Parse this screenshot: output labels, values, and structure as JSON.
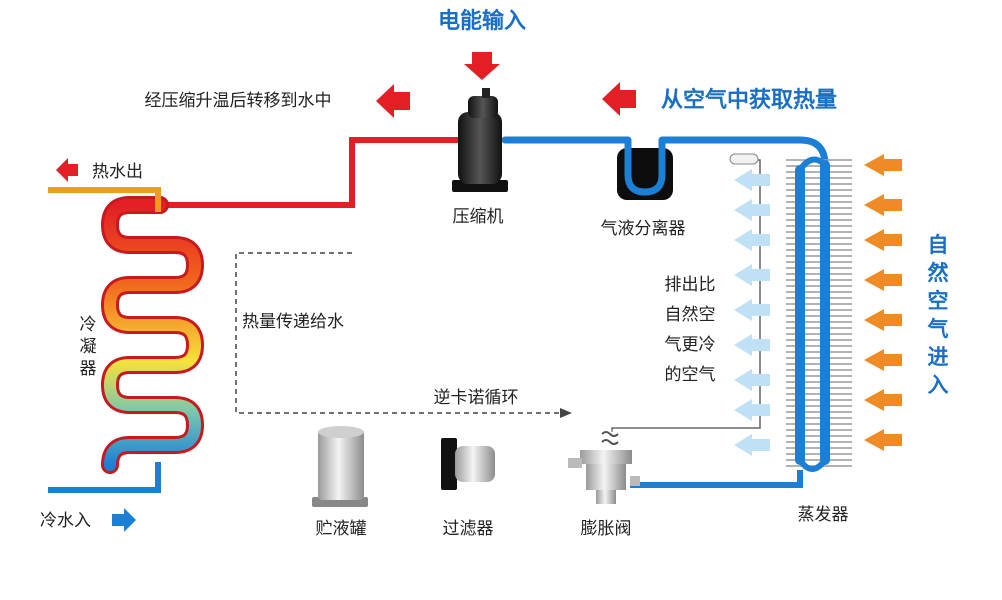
{
  "labels": {
    "power_input": "电能输入",
    "transfer_to_water": "经压缩升温后转移到水中",
    "absorb_from_air": "从空气中获取热量",
    "hot_water_out": "热水出",
    "cold_water_in": "冷水入",
    "compressor": "压缩机",
    "separator": "气液分离器",
    "condenser": [
      "冷",
      "凝",
      "器"
    ],
    "heat_to_water": "热量传递给水",
    "reverse_carnot": "逆卡诺循环",
    "exhaust_air": [
      "排出比",
      "自然空",
      "气更冷",
      "的空气"
    ],
    "natural_air_in": [
      "自",
      "然",
      "空",
      "气",
      "进",
      "入"
    ],
    "evaporator": "蒸发器",
    "receiver": "贮液罐",
    "filter": "过滤器",
    "expansion_valve": "膨胀阀"
  },
  "colors": {
    "hot_pipe": "#e31e24",
    "cold_pipe": "#1c7fd6",
    "title_blue": "#1a6fc4",
    "arrow_red": "#e31e24",
    "arrow_orange": "#f08a24",
    "arrow_lightblue": "#bfe0f5"
  }
}
